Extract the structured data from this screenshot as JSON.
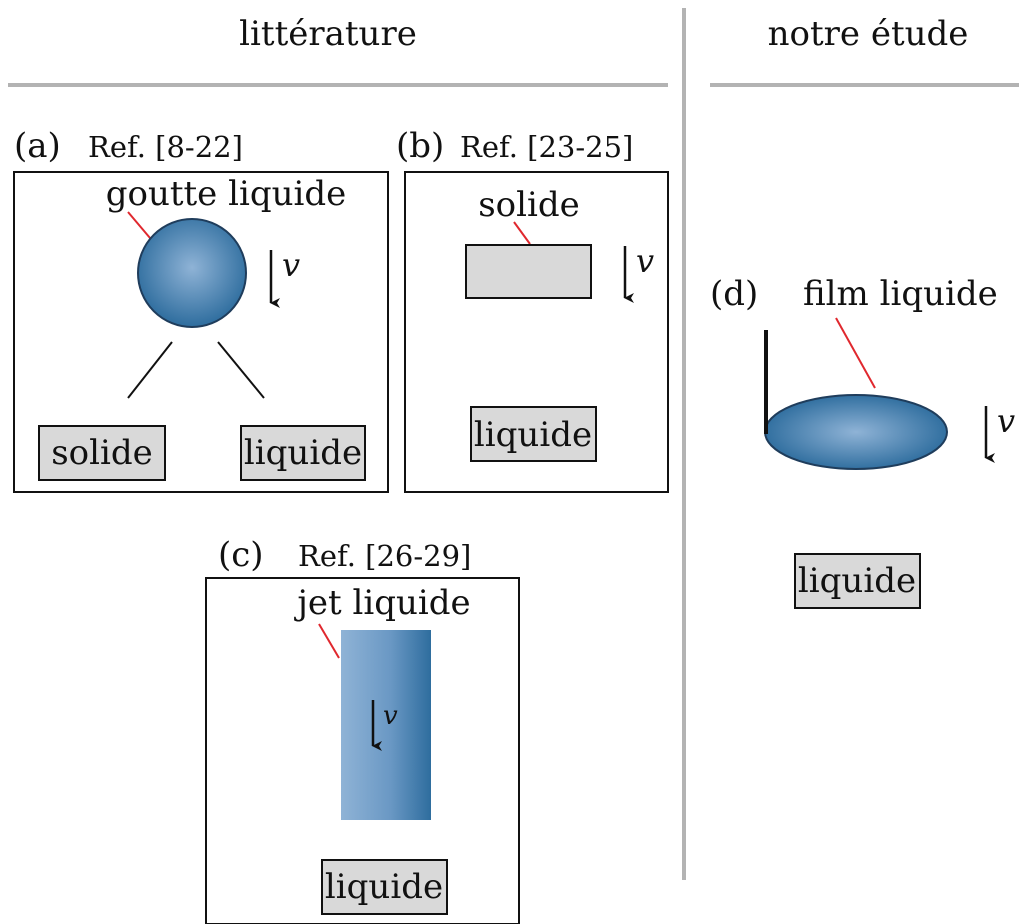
{
  "columns": {
    "left_title": "littérature",
    "right_title": "notre étude"
  },
  "panel_a": {
    "letter": "(a)",
    "ref": "Ref. [8-22]",
    "object_label": "goutte liquide",
    "velocity": "v",
    "outcome_left": "solide",
    "outcome_right": "liquide"
  },
  "panel_b": {
    "letter": "(b)",
    "ref": "Ref. [23-25]",
    "object_label": "solide",
    "velocity": "v",
    "target": "liquide"
  },
  "panel_c": {
    "letter": "(c)",
    "ref": "Ref. [26-29]",
    "object_label": "jet liquide",
    "velocity": "v",
    "target": "liquide"
  },
  "panel_d": {
    "letter": "(d)",
    "object_label": "film liquide",
    "velocity": "v",
    "target": "liquide"
  },
  "colors": {
    "liquid_dark": "#2e6d9e",
    "liquid_light": "#8fb3d6",
    "solid_fill": "#d9d9d9",
    "leader_line": "#e0282e",
    "divider": "#b3b3b3"
  }
}
